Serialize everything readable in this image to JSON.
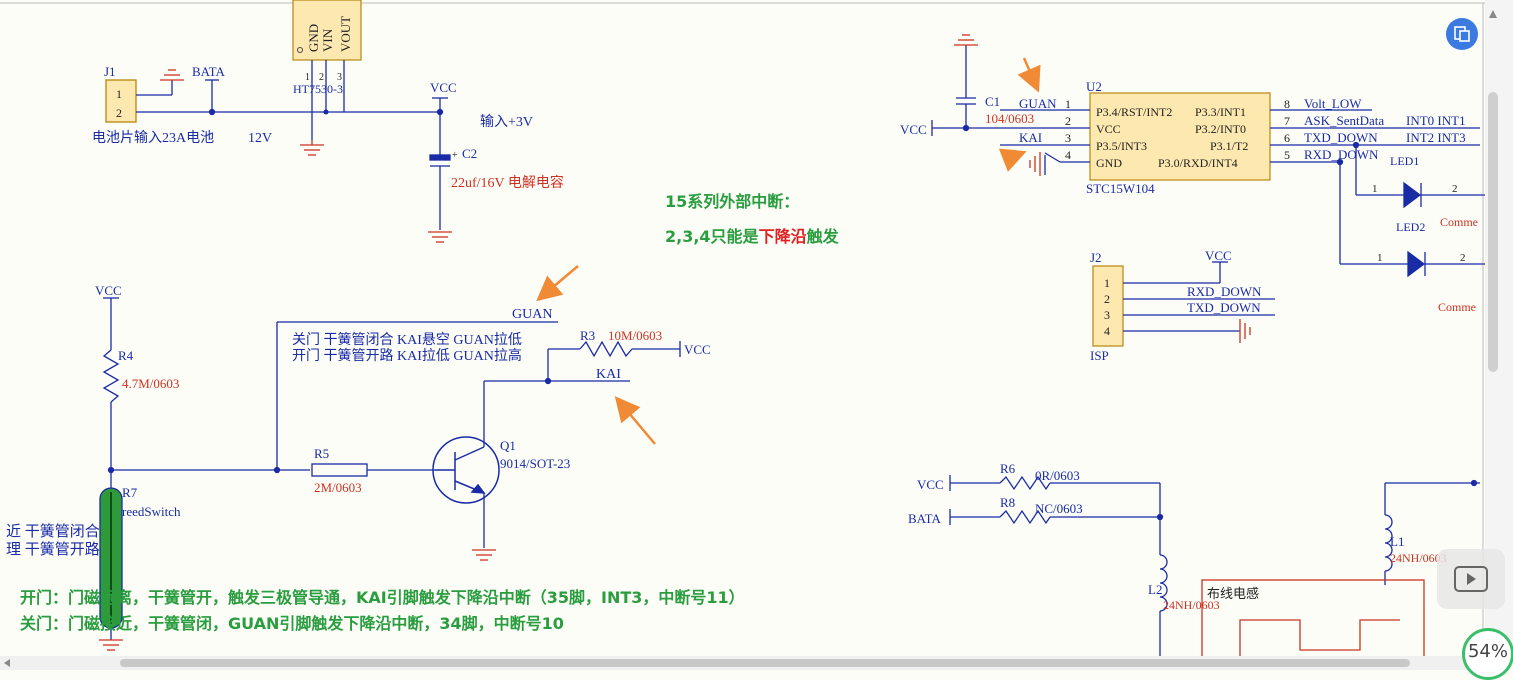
{
  "u2": {
    "ref": "U2",
    "part": "STC15W104",
    "left_pins": [
      {
        "num": "1",
        "net": "GUAN",
        "name": "P3.4/RST/INT2"
      },
      {
        "num": "2",
        "net": "",
        "name": "VCC"
      },
      {
        "num": "3",
        "net": "KAI",
        "name": "P3.5/INT3"
      },
      {
        "num": "4",
        "net": "",
        "name": "GND"
      }
    ],
    "right_pins": [
      {
        "num": "8",
        "net": "Volt_LOW",
        "name": "P3.3/INT1",
        "extra": ""
      },
      {
        "num": "7",
        "net": "ASK_SentData",
        "name": "P3.2/INT0",
        "extra": "INT0 INT1"
      },
      {
        "num": "6",
        "net": "TXD_DOWN",
        "name": "P3.1/T2",
        "extra": "INT2 INT3"
      },
      {
        "num": "5",
        "net": "RXD_DOWN",
        "name": "P3.0/RXD/INT4",
        "extra": ""
      }
    ]
  },
  "j1": {
    "ref": "J1",
    "pins": [
      "1",
      "2"
    ],
    "desc": "电池片输入23A电池",
    "volt": "12V",
    "net": "BATA"
  },
  "reg": {
    "pins": [
      "GND",
      "VIN",
      "VOUT"
    ],
    "pin_nums": [
      "1",
      "2",
      "3"
    ],
    "part": "HT7530-3"
  },
  "vcc_top": {
    "label": "VCC",
    "note": "输入+3V"
  },
  "c2": {
    "ref": "C2",
    "value": "22uf/16V 电解电容"
  },
  "c1": {
    "ref": "C1",
    "value": "104/0603"
  },
  "vcc_left_u2": "VCC",
  "j2": {
    "ref": "J2",
    "label": "ISP",
    "pins": [
      "1",
      "2",
      "3",
      "4"
    ],
    "vcc": "VCC",
    "nets": [
      "RXD_DOWN",
      "TXD_DOWN"
    ]
  },
  "leds": [
    {
      "ref": "LED1",
      "p1": "1",
      "p2": "2",
      "comm": "Comme"
    },
    {
      "ref": "LED2",
      "p1": "1",
      "p2": "2",
      "comm": "Comme"
    }
  ],
  "r4": {
    "ref": "R4",
    "value": "4.7M/0603",
    "vcc": "VCC"
  },
  "r7": {
    "ref": "R7",
    "value": "reedSwitch",
    "note1": "近 干簧管闭合",
    "note2": "理 干簧管开路"
  },
  "r5": {
    "ref": "R5",
    "value": "2M/0603"
  },
  "r3": {
    "ref": "R3",
    "value": "10M/0603",
    "vcc": "VCC"
  },
  "q1": {
    "ref": "Q1",
    "value": "9014/SOT-23"
  },
  "guan_net": "GUAN",
  "kai_net": "KAI",
  "logic1": "关门 干簧管闭合 KAI悬空 GUAN拉低",
  "logic2": "开门 干簧管开路 KAI拉低 GUAN拉高",
  "r6": {
    "ref": "R6",
    "value": "0R/0603",
    "net": "VCC"
  },
  "r8": {
    "ref": "R8",
    "value": "NC/0603",
    "net": "BATA"
  },
  "l2": {
    "ref": "L2",
    "value": "24NH/0603"
  },
  "l1": {
    "ref": "L1",
    "value": "24NH/0603"
  },
  "wiring_note": "布线电感",
  "annotations": {
    "ext_int_1": "15系列外部中断：",
    "ext_int_2a": "2,3,4只能是",
    "ext_int_2b": "下降沿",
    "ext_int_2c": "触发",
    "open_line": "开门：门磁远离，干簧管开，触发三极管导通，KAI引脚触发下降沿中断（35脚，INT3，中断号11）",
    "close_line": "关门：门磁接近，干簧管闭，GUAN引脚触发下降沿中断，34脚，中断号10"
  },
  "zoom": "54%",
  "colors": {
    "wire": "#1a2ba6",
    "ref_text": "#cc3322",
    "annotation_green": "#2a9d3f",
    "arrow": "#f08a34",
    "pin_box_fill": "#fde9b0"
  }
}
